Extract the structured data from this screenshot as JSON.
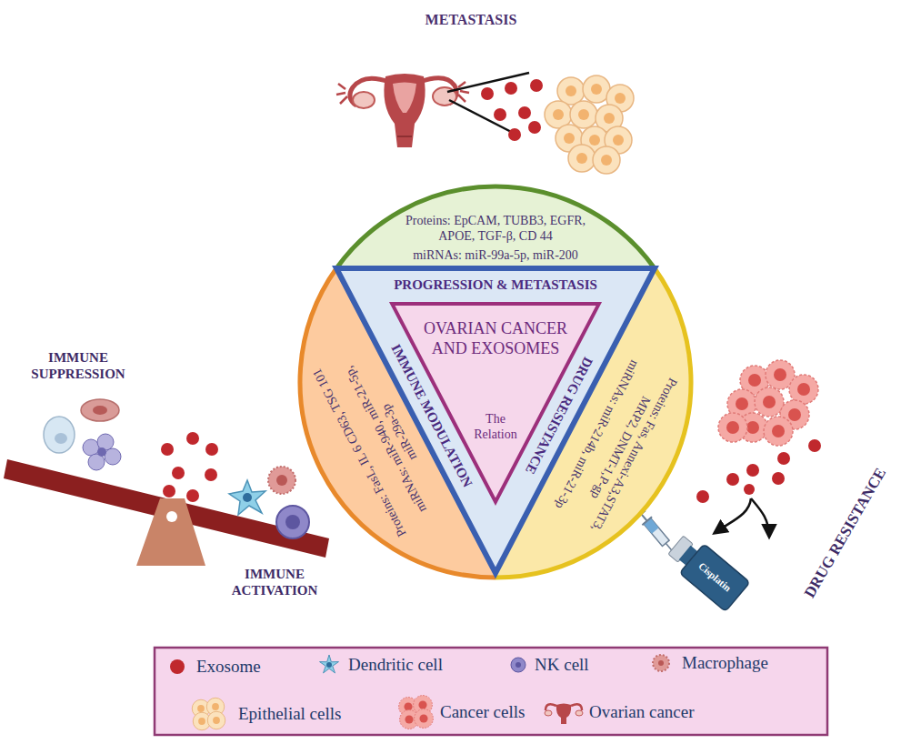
{
  "diagram": {
    "nodes": [
      {
        "text": [
          "Proteins: EpCAM, TUBB3, EGFR, APOE, TGF-β, CD 44",
          "miRNAs: miR-99a-5p, miR-200"
        ]
      },
      {
        "text": [
          "Proteins: FasL, IL 6 CD63, TSG 101",
          "miRNAs: miR-940, miR-21-5p, miR-29a-3p"
        ]
      },
      {
        "text": [
          "Proteins: Fas, Annexi-A3,STAT3, MRP2, DNMT-1,P-gp",
          "miRNAs: miR-214b, miR-21-3p"
        ]
      },
      {
        "text": [
          "PROGRESSION & METASTASIS",
          "IMMUNE MODULATION",
          "DRUG RESISTANCE"
        ]
      },
      {
        "text": [
          "OVARIAN CANCER AND EXOSOMES",
          "The Relation"
        ],
        "in": 3
      }
    ],
    "labels": [
      "METASTASIS",
      "IMMUNE SUPPRESSION",
      "IMMUNE ACTIVATION",
      "DRUG RESISTANCE",
      "Cisplatin"
    ],
    "legend": [
      {
        "text": "Exosome",
        "color": "#c0282d"
      },
      {
        "text": "Dendritic cell"
      },
      {
        "text": "NK cell"
      },
      {
        "text": "Macrophage"
      },
      {
        "text": "Epithelial cells"
      },
      {
        "text": "Cancer cells"
      },
      {
        "text": "Ovarian cancer"
      }
    ]
  }
}
